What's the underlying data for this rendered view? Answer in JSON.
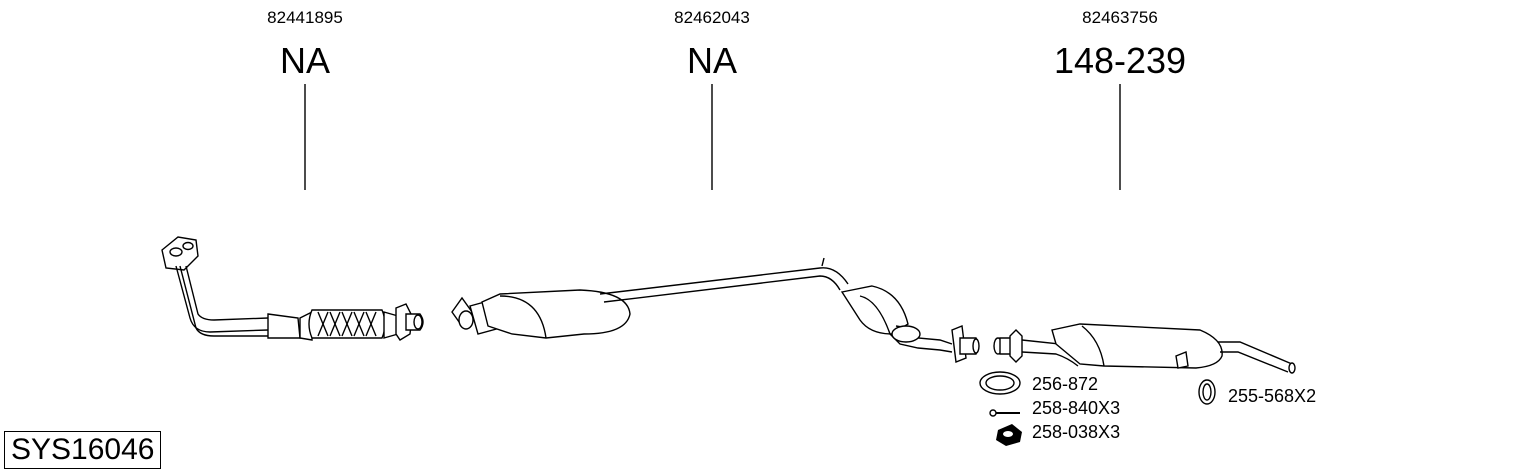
{
  "sections": [
    {
      "oem": "82441895",
      "code": "NA"
    },
    {
      "oem": "82462043",
      "code": "NA"
    },
    {
      "oem": "82463756",
      "code": "148-239"
    }
  ],
  "accessories": [
    {
      "label": "256-872",
      "icon": "gasket-ring-icon"
    },
    {
      "label": "258-840X3",
      "icon": "bolt-icon"
    },
    {
      "label": "258-038X3",
      "icon": "nut-icon"
    },
    {
      "label": "255-568X2",
      "icon": "rubber-mount-icon"
    }
  ],
  "system_id": "SYS16046"
}
